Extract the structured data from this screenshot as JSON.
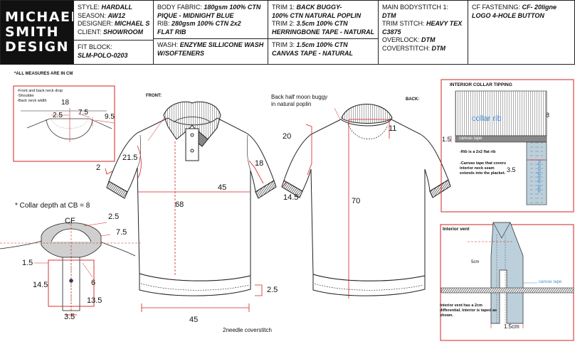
{
  "brand": {
    "line1": "MICHAEL",
    "line2": "SMITH",
    "line3": "DESIGN"
  },
  "spec": {
    "style_k": "STYLE:",
    "style_v": "HARDALL",
    "season_k": "SEASON:",
    "season_v": "AW12",
    "designer_k": "DESIGNER:",
    "designer_v": "MICHAEL S",
    "client_k": "CLIENT:",
    "client_v": "SHOWROOM",
    "fit_k": "FIT BLOCK:",
    "fit_v": "SLM-POLO-0203",
    "body_k": "BODY FABRIC:",
    "body_v1": "180gsm 100% CTN",
    "body_v2": "PIQUE - MIDNIGHT BLUE",
    "rib_k": "RIB:",
    "rib_v1": "280gsm 100% CTN 2x2",
    "rib_v2": "FLAT RIB",
    "wash_k": "WASH:",
    "wash_v1": "ENZYME SILLICONE WASH",
    "wash_v2": "W/SOFTENERS",
    "trim1_k": "TRIM 1:",
    "trim1_v1": "BACK BUGGY-",
    "trim1_v2": "100% CTN NATURAL POPLIN",
    "trim2_k": "TRIM 2:",
    "trim2_v1": "3.5cm 100% CTN",
    "trim2_v2": "HERRINGBONE TAPE - NATURAL",
    "trim3_k": "TRIM 3:",
    "trim3_v1": "1.5cm 100% CTN",
    "trim3_v2": "CANVAS TAPE - NATURAL",
    "mainstitch_k": "MAIN BODYSTITCH 1:",
    "mainstitch_v": "DTM",
    "trimstitch_k": "TRIM STITCH:",
    "trimstitch_v1": "HEAVY TEX",
    "trimstitch_v2": "C3875",
    "overlock_k": "OVERLOCK:",
    "overlock_v": "DTM",
    "cover_k": "COVERSTITCH:",
    "cover_v": "DTM",
    "cf_k": "CF FASTENING:",
    "cf_v1": "CF- 20ligne",
    "cf_v2": "LOGO 4-HOLE BUTTON"
  },
  "labels": {
    "measures_note": "*ALL MEASURES ARE IN CM",
    "front": "FRONT:",
    "back": "BACK:",
    "drop_notes": [
      "-Front and back neck drop",
      "-Shoulder",
      "-Back neck width"
    ],
    "neck_18": "18",
    "neck_25": "2.5",
    "neck_75": "7.5",
    "neck_95": "9.5",
    "front_215": "21.5",
    "front_2": "2",
    "front_18": "18",
    "front_45": "45",
    "front_68": "68",
    "front_25": "2.5",
    "front_45b": "45",
    "coverstitch": "2needle coverstitch",
    "buggy_note1": "Back half moon buggy",
    "buggy_note2": "in natural poplin",
    "back_20": "20",
    "back_11": "11",
    "back_145": "14.5",
    "back_70": "70",
    "collar_depth": "* Collar depth at CB = 8",
    "cf": "CF",
    "cd_25": "2.5",
    "cd_75": "7.5",
    "cd_15": "1.5",
    "cd_145": "14.5",
    "cd_6": "6",
    "cd_135": "13.5",
    "cd_35": "3.5",
    "int_collar": "INTERIOR COLLAR TIPPING",
    "collar_rib": "collar rib",
    "ic_8": "8",
    "canvas_tape": "canvas tape",
    "ic_15": "1.5",
    "ic_35": "3.5",
    "herringbone": "herringbone tape",
    "ic_note1": "-Rib is a 2x2 flat rib",
    "ic_note2": [
      "-Canvas tape that covers",
      "interior neck seam",
      "extends into the placket."
    ],
    "int_vent": "Interior vent",
    "vent_5cm": "5cm",
    "vent_canvas": "canvas tape",
    "vent_note": [
      "Interior vent has a 2cm",
      "differential. Interior is taped as",
      "shown."
    ],
    "vent_15": "1.5cm"
  },
  "colors": {
    "dim": "#d42020",
    "grey": "#cfcfcf",
    "blue": "#4a8fd8",
    "tape": "#bcd0dc"
  }
}
